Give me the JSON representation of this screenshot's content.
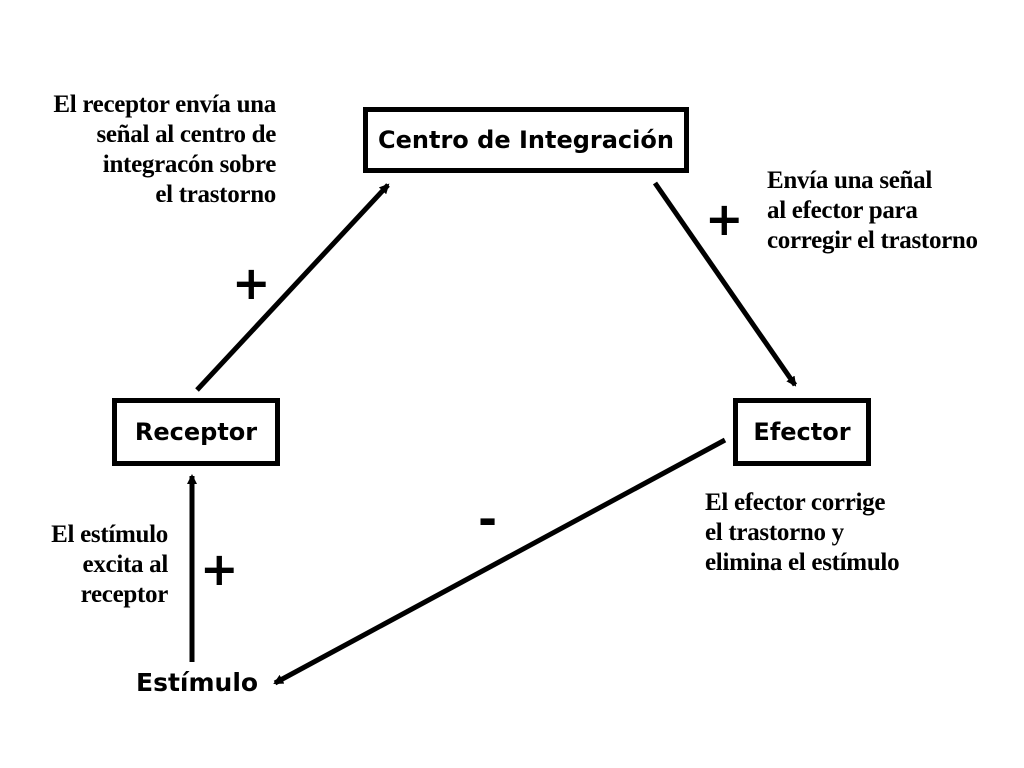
{
  "nodes": {
    "integration_center": "Centro de Integración",
    "receptor": "Receptor",
    "effector": "Efector",
    "stimulus": "Estímulo"
  },
  "notes": {
    "receptor_to_center": "El receptor envía una\nseñal al centro de\nintegracón sobre\nel trastorno",
    "center_to_effector": "Envía una señal\nal efector para\ncorregir el trastorno",
    "effector_result": "El efector corrige\nel trastorno y\nelimina el estímulo",
    "stimulus_to_receptor": "El estímulo\nexcita al\nreceptor"
  },
  "signs": {
    "receptor_to_center": "+",
    "center_to_effector": "+",
    "stimulus_to_receptor": "+",
    "effector_to_stimulus": "-"
  }
}
